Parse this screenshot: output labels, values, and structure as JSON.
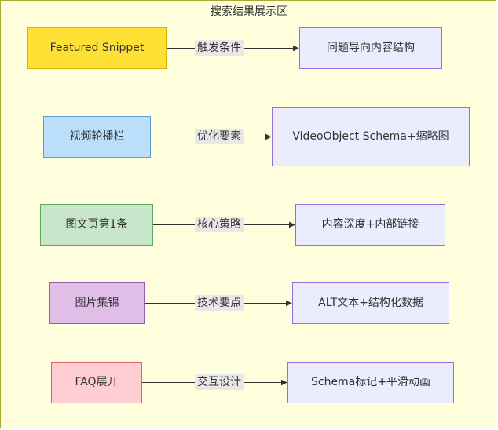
{
  "diagram": {
    "title": "搜索结果展示区",
    "colors": {
      "background": "#ffffde",
      "frame_border": "#aaaa33",
      "edge": "#333333",
      "edge_label_bg": "#e8e8e8",
      "target_fill": "#ececff",
      "target_border": "#9370db"
    },
    "rows": [
      {
        "source": "Featured Snippet",
        "source_fill": "#ffe135",
        "source_border": "#d4b90a",
        "edge_label": "触发条件",
        "target": "问题导向内容结构"
      },
      {
        "source": "视频轮播栏",
        "source_fill": "#bbdefb",
        "source_border": "#5c9fd6",
        "edge_label": "优化要素",
        "target": "VideoObject Schema+缩略图"
      },
      {
        "source": "图文页第1条",
        "source_fill": "#c8e6c9",
        "source_border": "#5fa862",
        "edge_label": "核心策略",
        "target": "内容深度+内部链接"
      },
      {
        "source": "图片集锦",
        "source_fill": "#e1bee7",
        "source_border": "#9c5aa8",
        "edge_label": "技术要点",
        "target": "ALT文本+结构化数据"
      },
      {
        "source": "FAQ展开",
        "source_fill": "#ffcdd2",
        "source_border": "#e06070",
        "edge_label": "交互设计",
        "target": "Schema标记+平滑动画"
      }
    ]
  }
}
